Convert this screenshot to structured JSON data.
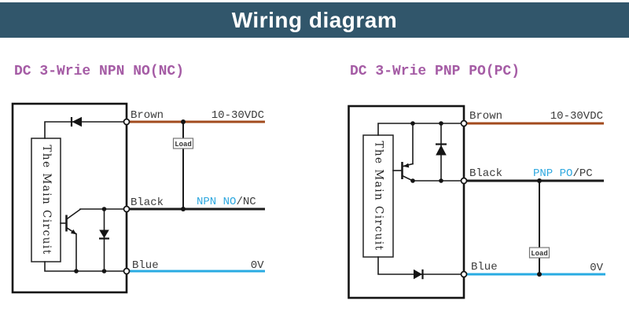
{
  "page": {
    "title": "Wiring diagram"
  },
  "colors": {
    "header_bg": "#31566B",
    "heading_text": "#A55CA5",
    "brown_wire": "#A24B1E",
    "blue_wire": "#29ABE2",
    "blue_text": "#2FA8DF",
    "line_dark": "#1B1B1B",
    "label_text": "#3B3B3B"
  },
  "left_diagram": {
    "heading": "DC 3-Wrie NPN NO(NC)",
    "main_circuit": "The Main Circuit",
    "load": "Load",
    "brown_label": "Brown",
    "brown_value": "10-30VDC",
    "black_label": "Black",
    "output_highlight": "NPN NO",
    "output_rest": "/NC",
    "blue_label": "Blue",
    "blue_value": "0V"
  },
  "right_diagram": {
    "heading": "DC 3-Wrie PNP PO(PC)",
    "main_circuit": "The Main Circuit",
    "load": "Load",
    "brown_label": "Brown",
    "brown_value": "10-30VDC",
    "black_label": "Black",
    "output_highlight": "PNP PO",
    "output_rest": "/PC",
    "blue_label": "Blue",
    "blue_value": "0V"
  }
}
